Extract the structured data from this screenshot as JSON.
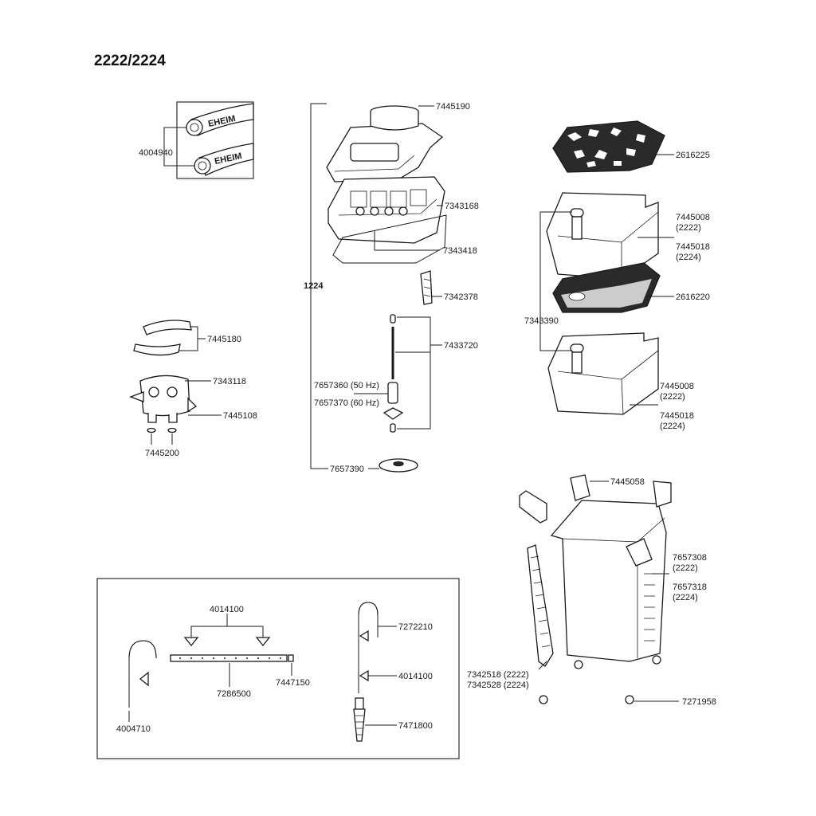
{
  "title": "2222/2224",
  "brand_text": "EHEIM",
  "bracket_label": "1224",
  "labels": {
    "p4004940": "4004940",
    "p7445190": "7445190",
    "p2616225": "2616225",
    "p7343168": "7343168",
    "p7343418": "7343418",
    "p7445008_top": "7445008",
    "p2222_a": "(2222)",
    "p7445018_top": "7445018",
    "p2224_a": "(2224)",
    "p2616220": "2616220",
    "p7342378": "7342378",
    "p7343390": "7343390",
    "p7445180": "7445180",
    "p7433720": "7433720",
    "p7343118": "7343118",
    "p7657360": "7657360 (50 Hz)",
    "p7657370": "7657370 (60 Hz)",
    "p7445108": "7445108",
    "p7445008_bot": "7445008",
    "p2222_b": "(2222)",
    "p7445018_bot": "7445018",
    "p2224_b": "(2224)",
    "p7445200": "7445200",
    "p7657390": "7657390",
    "p7445058": "7445058",
    "p7657308": "7657308",
    "p2222_c": "(2222)",
    "p7657318": "7657318",
    "p2224_c": "(2224)",
    "p4014100_top": "4014100",
    "p7272210": "7272210",
    "p7447150": "7447150",
    "p7286500": "7286500",
    "p4014100_right": "4014100",
    "p7342518": "7342518 (2222)",
    "p7342528": "7342528 (2224)",
    "p4004710": "4004710",
    "p7471800": "7471800",
    "p7271958": "7271958"
  }
}
